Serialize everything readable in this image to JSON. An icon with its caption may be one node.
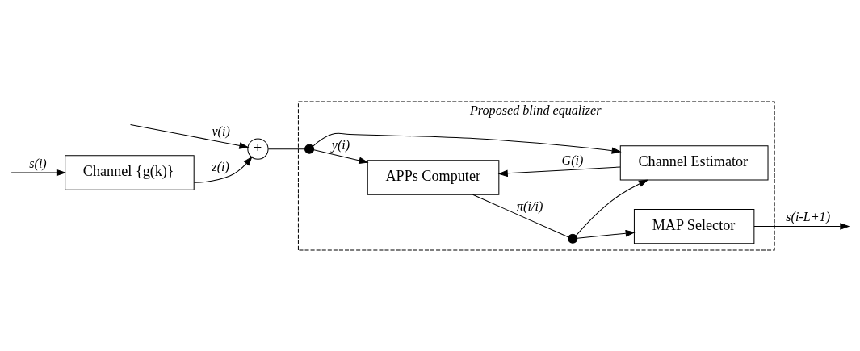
{
  "diagram": {
    "nodes": [
      {
        "text": [
          "Channel {g(k)}"
        ]
      },
      {
        "text": [
          "+"
        ]
      },
      {
        "text": [
          "Proposed blind equalizer"
        ]
      },
      {
        "text": [],
        "shape": "circle",
        "in": 2
      },
      {
        "text": [
          "APPs Computer"
        ],
        "in": 2
      },
      {
        "text": [],
        "shape": "circle",
        "in": 2
      },
      {
        "text": [
          "MAP Selector"
        ],
        "in": 2
      },
      {
        "text": [
          "Channel Estimator"
        ],
        "in": 2
      }
    ],
    "edges": [
      {
        "from": null,
        "to": 0,
        "arrow": "to",
        "label": "s(i)"
      },
      {
        "from": 0,
        "to": 1,
        "arrow": "to",
        "label": "z(i)"
      },
      {
        "from": null,
        "to": 1,
        "arrow": "to",
        "label": "v(i)"
      },
      {
        "from": 1,
        "to": 3,
        "arrow": "none"
      },
      {
        "from": 3,
        "to": 4,
        "arrow": "to",
        "label": "y(i)"
      },
      {
        "from": 3,
        "to": 7,
        "arrow": "to"
      },
      {
        "from": 7,
        "to": 4,
        "arrow": "to",
        "label": "G(i)"
      },
      {
        "from": 4,
        "to": 5,
        "arrow": "none",
        "label": "π(i/i)"
      },
      {
        "from": 5,
        "to": 6,
        "arrow": "to"
      },
      {
        "from": 5,
        "to": 7,
        "arrow": "to"
      },
      {
        "from": 6,
        "to": null,
        "arrow": "to",
        "label": "s(i-L+1)"
      }
    ]
  }
}
